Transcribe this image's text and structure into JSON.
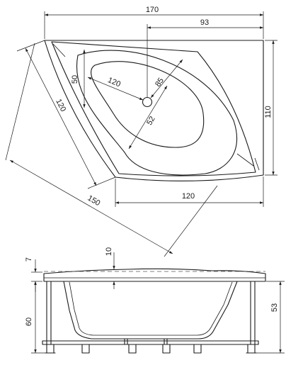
{
  "dimensions": {
    "total_width": "170",
    "offset_width": "93",
    "height": "110",
    "front_width": "120",
    "diag_side": "120",
    "diag_total": "150",
    "bowl_width": "50",
    "bowl_inner": "85",
    "bowl_short": "52",
    "bowl_diag": "120",
    "rim_thickness": "7",
    "depth": "10",
    "total_height": "60",
    "leg_height": "53"
  }
}
